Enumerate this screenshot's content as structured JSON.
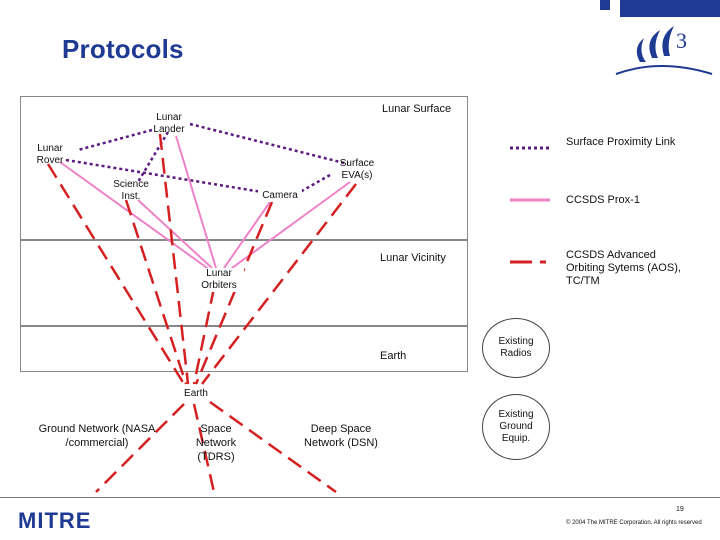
{
  "header": {
    "title": "Protocols",
    "logo_label": "3"
  },
  "regions": {
    "surface": "Lunar Surface",
    "vicinity": "Lunar Vicinity",
    "earth": "Earth"
  },
  "nodes": {
    "lander": "Lunar Lander",
    "rover": "Lunar Rover",
    "science": "Science Inst.",
    "camera": "Camera",
    "eva": "Surface EVA(s)",
    "orbiters": "Lunar Orbiters",
    "earth": "Earth"
  },
  "legend": {
    "proximity": "Surface Proximity Link",
    "prox1": "CCSDS Prox-1",
    "aos": "CCSDS Advanced Orbiting Sytems (AOS), TC/TM",
    "radios": "Existing Radios",
    "ground_equip": "Existing Ground Equip."
  },
  "ground": {
    "network": "Ground Network (NASA /commercial)",
    "tdrs": "Space Network (TDRS)",
    "dsn": "Deep Space Network (DSN)"
  },
  "footer": {
    "page": "19",
    "copyright": "© 2004 The MITRE Corporation. All rights reserved",
    "brand": "MITRE"
  },
  "colors": {
    "brand_blue": "#1f3a93",
    "proximity": "#5b1a7e",
    "prox1": "#ee82c8",
    "aos": "#d42020"
  }
}
